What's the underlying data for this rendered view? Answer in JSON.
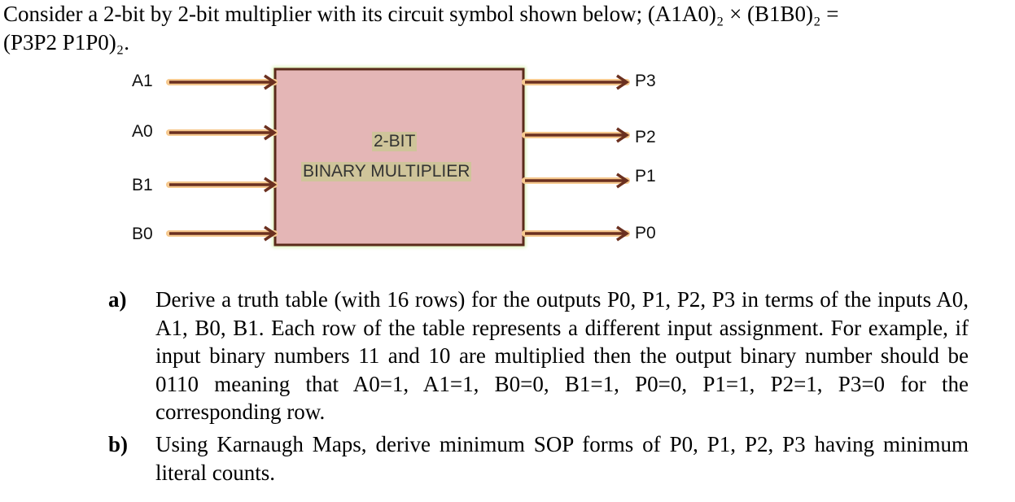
{
  "intro": {
    "line1": "Consider a 2-bit by 2-bit multiplier with its circuit symbol shown below; (A1A0)₂ × (B1B0)₂ =",
    "line2": "(P3P2 P1P0)₂."
  },
  "diagram": {
    "inputs": [
      "A1",
      "A0",
      "B1",
      "B0"
    ],
    "outputs": [
      "P3",
      "P2",
      "P1",
      "P0"
    ],
    "title_line1": "2-BIT",
    "title_line2": "BINARY MULTIPLIER",
    "colors": {
      "box_fill": "#e4b6b6",
      "box_border": "#5a2a1a",
      "arrow": "#6b3020",
      "glow": "#f6c98f"
    }
  },
  "questions": [
    {
      "marker": "a)",
      "text": "Derive a truth table (with 16 rows) for the outputs P0, P1, P2, P3 in terms of the inputs A0, A1, B0, B1. Each row of the table represents a different input assignment. For example, if input binary numbers 11 and 10 are multiplied then the output binary number should be 0110 meaning that A0=1, A1=1, B0=0, B1=1, P0=0, P1=1, P2=1, P3=0 for the corresponding row."
    },
    {
      "marker": "b)",
      "text": "Using Karnaugh Maps, derive minimum SOP forms of P0, P1, P2, P3 having minimum literal counts."
    }
  ]
}
